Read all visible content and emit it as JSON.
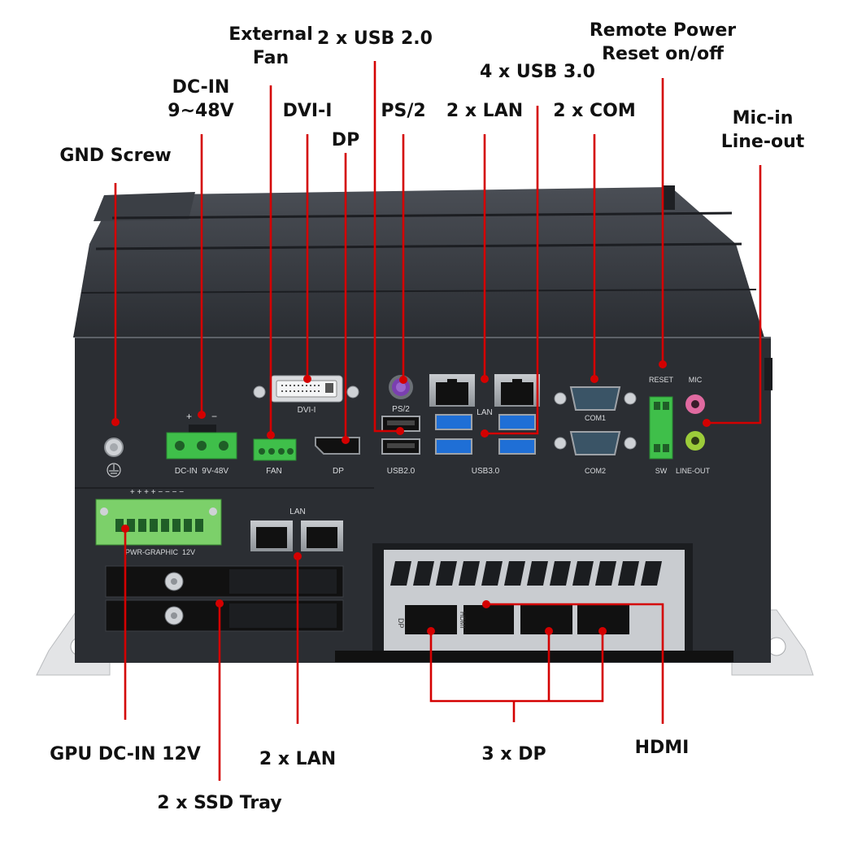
{
  "callouts": {
    "gnd": {
      "lines": [
        "GND Screw"
      ]
    },
    "dcin": {
      "lines": [
        "DC-IN",
        "9~48V"
      ]
    },
    "fan": {
      "lines": [
        "External",
        "Fan"
      ]
    },
    "dvi": {
      "lines": [
        "DVI-I"
      ]
    },
    "usb2": {
      "lines": [
        "2 x USB 2.0"
      ]
    },
    "dp": {
      "lines": [
        "DP"
      ]
    },
    "ps2": {
      "lines": [
        "PS/2"
      ]
    },
    "lan_top": {
      "lines": [
        "2 x LAN"
      ]
    },
    "usb3": {
      "lines": [
        "4 x USB 3.0"
      ]
    },
    "com": {
      "lines": [
        "2 x COM"
      ]
    },
    "remote": {
      "lines": [
        "Remote Power",
        "Reset on/off"
      ]
    },
    "audio": {
      "lines": [
        "Mic-in",
        "Line-out"
      ]
    },
    "gpu_dcin": {
      "lines": [
        "GPU DC-IN 12V"
      ]
    },
    "ssd": {
      "lines": [
        "2 x SSD Tray"
      ]
    },
    "lan_bot": {
      "lines": [
        "2 x LAN"
      ]
    },
    "dp3": {
      "lines": [
        "3 x DP"
      ]
    },
    "hdmi": {
      "lines": [
        "HDMI"
      ]
    }
  },
  "panel_labels": {
    "dcin": "DC-IN  9V-48V",
    "plus": "+",
    "minus": "−",
    "fan": "FAN",
    "dvi": "DVI-I",
    "dp": "DP",
    "ps2": "PS/2",
    "usb2": "USB2.0",
    "lan": "LAN",
    "usb3": "USB3.0",
    "com1": "COM1",
    "com2": "COM2",
    "reset": "RESET",
    "mic": "MIC",
    "sw": "SW",
    "lineout": "LINE-OUT",
    "gpu_pins": "+ + + + − − − −",
    "pwr_graphic": "PWR-GRAPHIC  12V",
    "lan_lower": "LAN",
    "gpu_dp": "DP",
    "gpu_hdmi": "HDMI"
  },
  "colors": {
    "leader": "#d40000",
    "chassis": "#2b2e33",
    "terminal_green": "#3fbf4a",
    "usb3_blue": "#1f6fd6",
    "mic_pink": "#e06aa0",
    "lineout_green": "#9ccc3a",
    "ps2_purple": "#7a3fb0"
  }
}
